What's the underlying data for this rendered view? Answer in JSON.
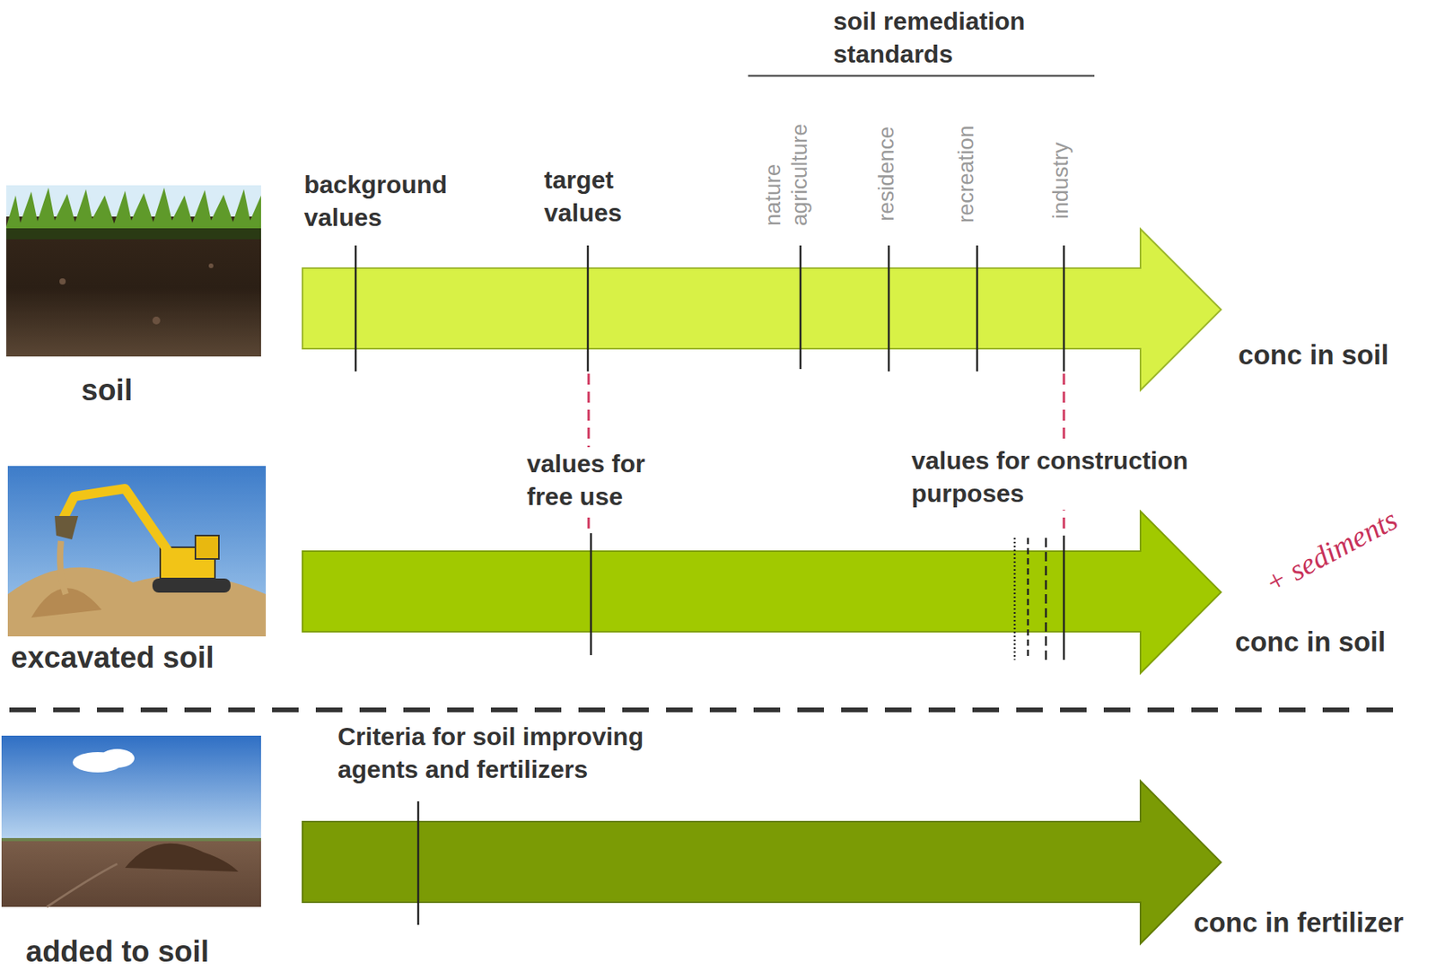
{
  "diagram": {
    "nodes": [
      {
        "text": [
          "conc in soil"
        ]
      },
      {
        "text": [
          "conc in soil"
        ]
      },
      {
        "text": [
          "conc in fertilizer"
        ]
      }
    ],
    "labels": [
      "soil remediation standards",
      "background values",
      "target values",
      "nature agriculture",
      "residence",
      "recreation",
      "industry",
      "soil",
      "values for free use",
      "values for construction purposes",
      "+ sediments",
      "excavated soil",
      "Criteria for soil improving agents and fertilizers",
      "added to soil"
    ]
  }
}
